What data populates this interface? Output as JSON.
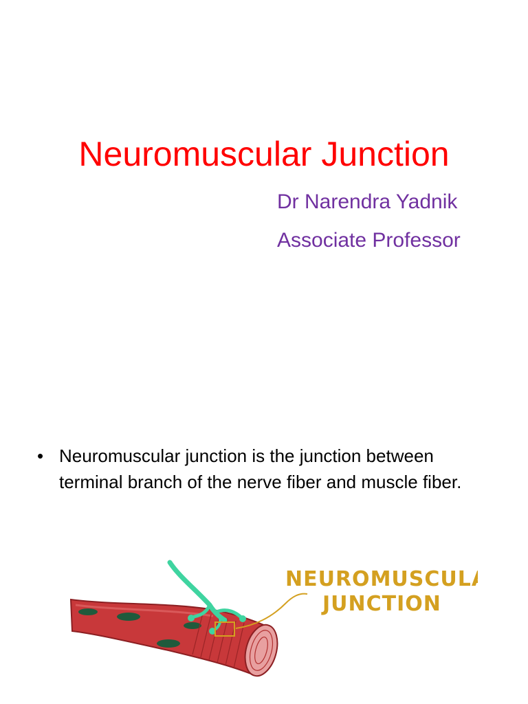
{
  "slide1": {
    "title": "Neuromuscular Junction",
    "author": "Dr Narendra Yadnik",
    "role": "Associate Professor"
  },
  "slide2": {
    "bullets": [
      "Neuromuscular junction is the junction between terminal branch of the nerve fiber and muscle fiber."
    ],
    "diagram": {
      "label_line1": "NEUROMUSCULAR",
      "label_line2": "JUNCTION"
    }
  },
  "colors": {
    "title": "#ff0000",
    "subtitle": "#7030a0",
    "label": "#d4a020",
    "muscle": "#c8383a",
    "nerve": "#3fd4a0"
  },
  "icons": [
    "muscle-fiber-illustration",
    "nerve-fiber-illustration"
  ]
}
